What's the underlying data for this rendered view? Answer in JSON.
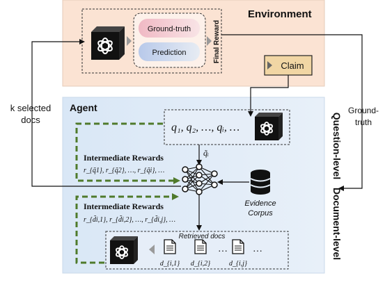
{
  "environment": {
    "title": "Environment",
    "ground_truth": "Ground-truth",
    "prediction": "Prediction",
    "final_reward": "Final Reward"
  },
  "claim": "Claim",
  "agent": {
    "title": "Agent",
    "question_level": "Question-level",
    "document_level": "Document-level",
    "questions": "q₁, q₂, …, qᵢ, …",
    "q_tilde": "q̃ᵢ",
    "intermediate_rewards_1": "Intermediate Rewards",
    "rewards_q": "r_{q̃1}, r_{q̃2}, …, r_{q̃i}, …",
    "intermediate_rewards_2": "Intermediate Rewards",
    "rewards_d": "r_{d̃i,1}, r_{d̃i,2}, …, r_{d̃i,j}, …",
    "evidence_corpus_line1": "Evidence",
    "evidence_corpus_line2": "Corpus",
    "retrieved_docs": "Retrieved docs",
    "docs": [
      "d_{i,1}",
      "d_{i,2}",
      "d_{i,j}"
    ],
    "doc_ellipsis_1": "…",
    "doc_ellipsis_2": "…"
  },
  "left_label_line1": "k selected",
  "left_label_line2": "docs",
  "right_label_line1": "Ground-",
  "right_label_line2": "truth",
  "icons": [
    "openai-cube-icon",
    "neural-network-icon",
    "database-icon",
    "document-icon"
  ],
  "colors": {
    "env_bg": "#fbe3d3",
    "agent_bg": "#dde9f6",
    "claim_bg": "#f1d6a4",
    "ground_truth_pill": "#f4cdd4",
    "prediction_pill": "#cdd9f0",
    "dashed_green": "#4f7a2b"
  }
}
